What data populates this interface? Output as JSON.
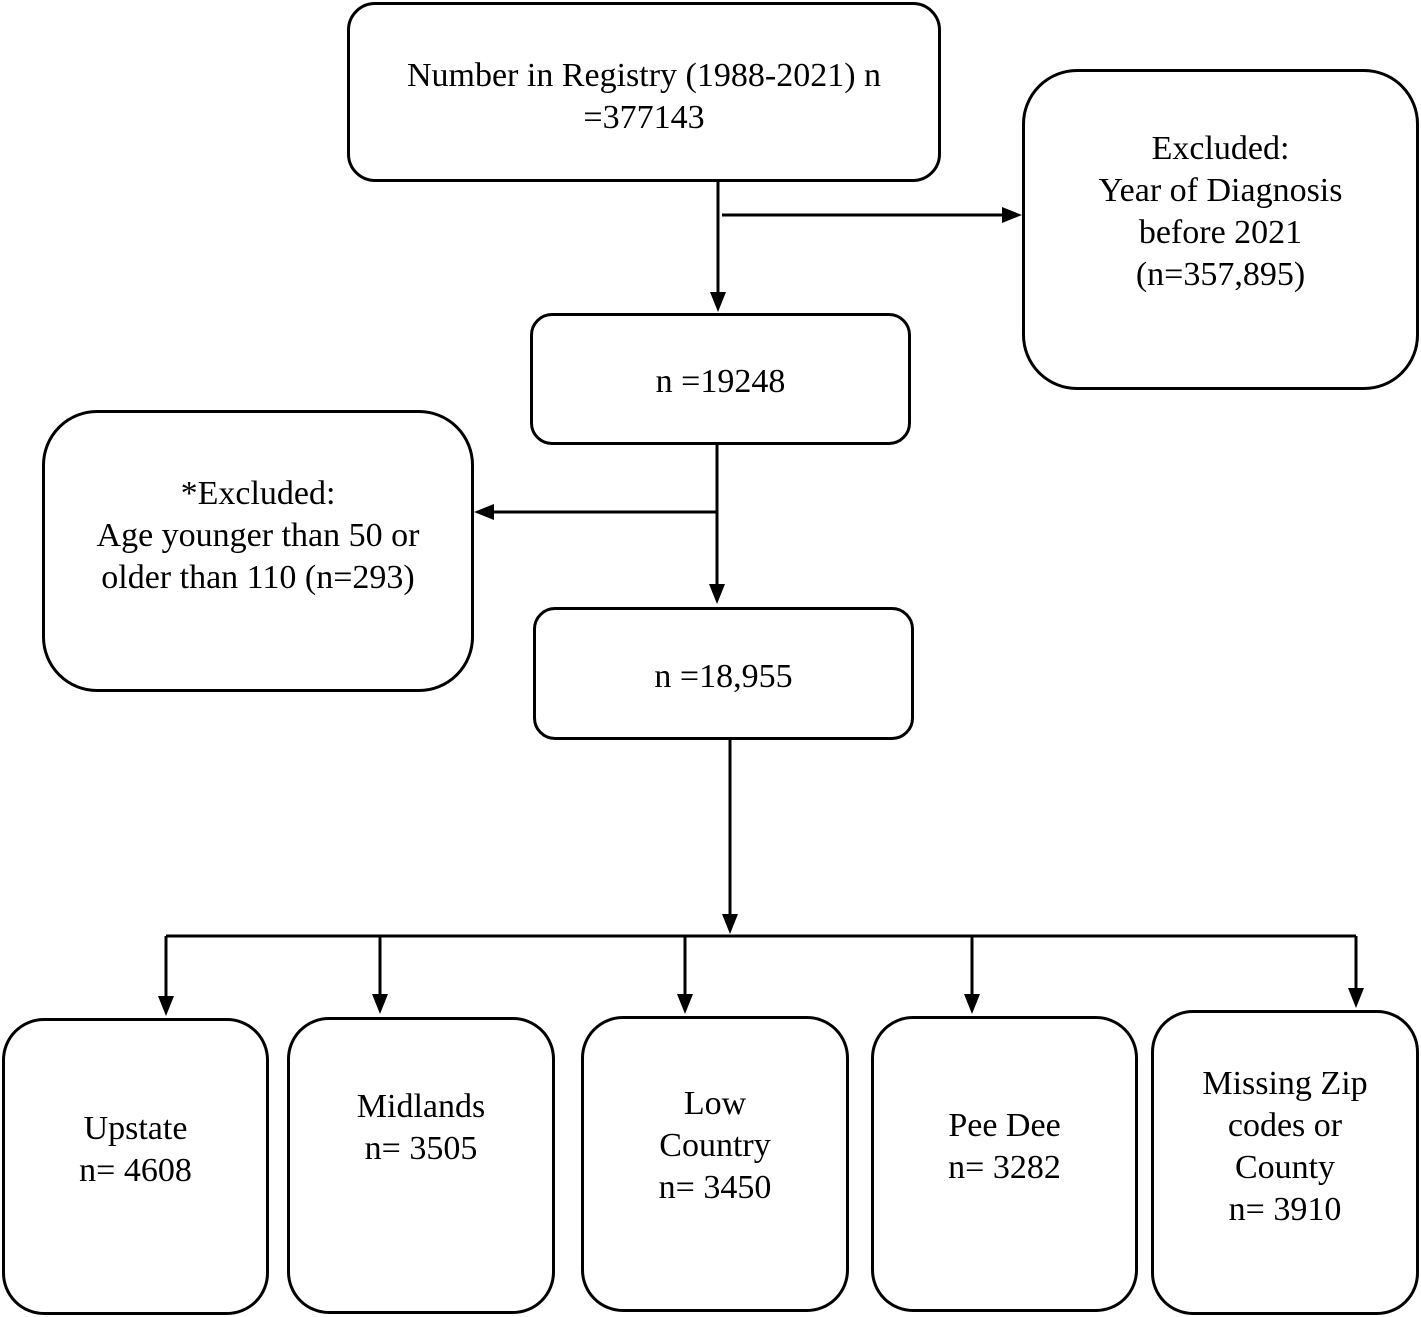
{
  "registry": {
    "line1": "Number in Registry (1988-2021) n",
    "line2": "=377143"
  },
  "excluded_year": {
    "line1": "Excluded:",
    "line2": "Year of Diagnosis",
    "line3": "before 2021",
    "line4": "(n=357,895)"
  },
  "step2": {
    "label": "n =19248"
  },
  "excluded_age": {
    "line1": "*Excluded:",
    "line2": "Age younger than 50 or",
    "line3": "older than 110 (n=293)"
  },
  "step3": {
    "label": "n =18,955"
  },
  "regions": [
    {
      "lines": [
        "Upstate",
        "n= 4608"
      ]
    },
    {
      "lines": [
        "Midlands",
        "n= 3505"
      ]
    },
    {
      "lines": [
        "Low",
        "Country",
        "n= 3450"
      ]
    },
    {
      "lines": [
        "Pee Dee",
        "n= 3282"
      ]
    },
    {
      "lines": [
        "Missing Zip",
        "codes or",
        "County",
        "n= 3910"
      ]
    }
  ]
}
